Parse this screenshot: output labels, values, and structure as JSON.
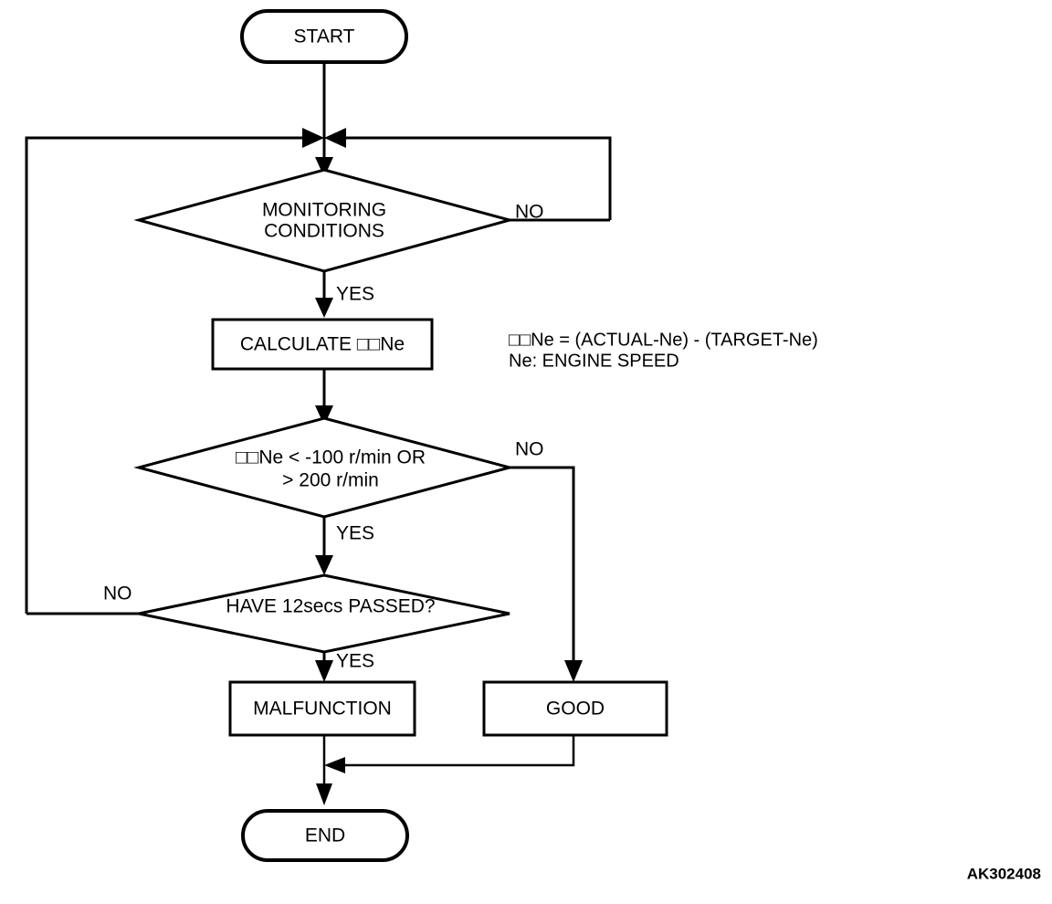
{
  "diagram": {
    "title_ref": "AK302408",
    "nodes": {
      "start": {
        "label": "START",
        "type": "terminator"
      },
      "monitoring": {
        "label_line1": "MONITORING",
        "label_line2": "CONDITIONS",
        "type": "decision"
      },
      "calculate": {
        "label": "CALCULATE  □□Ne",
        "type": "process"
      },
      "threshold": {
        "label_line1": "□□Ne < -100 r/min OR",
        "label_line2": "> 200 r/min",
        "type": "decision"
      },
      "timer": {
        "label": "HAVE 12secs PASSED?",
        "type": "decision"
      },
      "malfunction": {
        "label": "MALFUNCTION",
        "type": "process"
      },
      "good": {
        "label": "GOOD",
        "type": "process"
      },
      "end": {
        "label": "END",
        "type": "terminator"
      }
    },
    "branches": {
      "monitoring_no": "NO",
      "monitoring_yes": "YES",
      "threshold_no": "NO",
      "threshold_yes": "YES",
      "timer_no": "NO",
      "timer_yes": "YES"
    },
    "notes": {
      "formula_line1": "□□Ne = (ACTUAL-Ne) - (TARGET-Ne)",
      "formula_line2": "Ne: ENGINE SPEED"
    },
    "colors": {
      "stroke": "#000000",
      "fill": "#ffffff",
      "background": "#ffffff"
    }
  }
}
